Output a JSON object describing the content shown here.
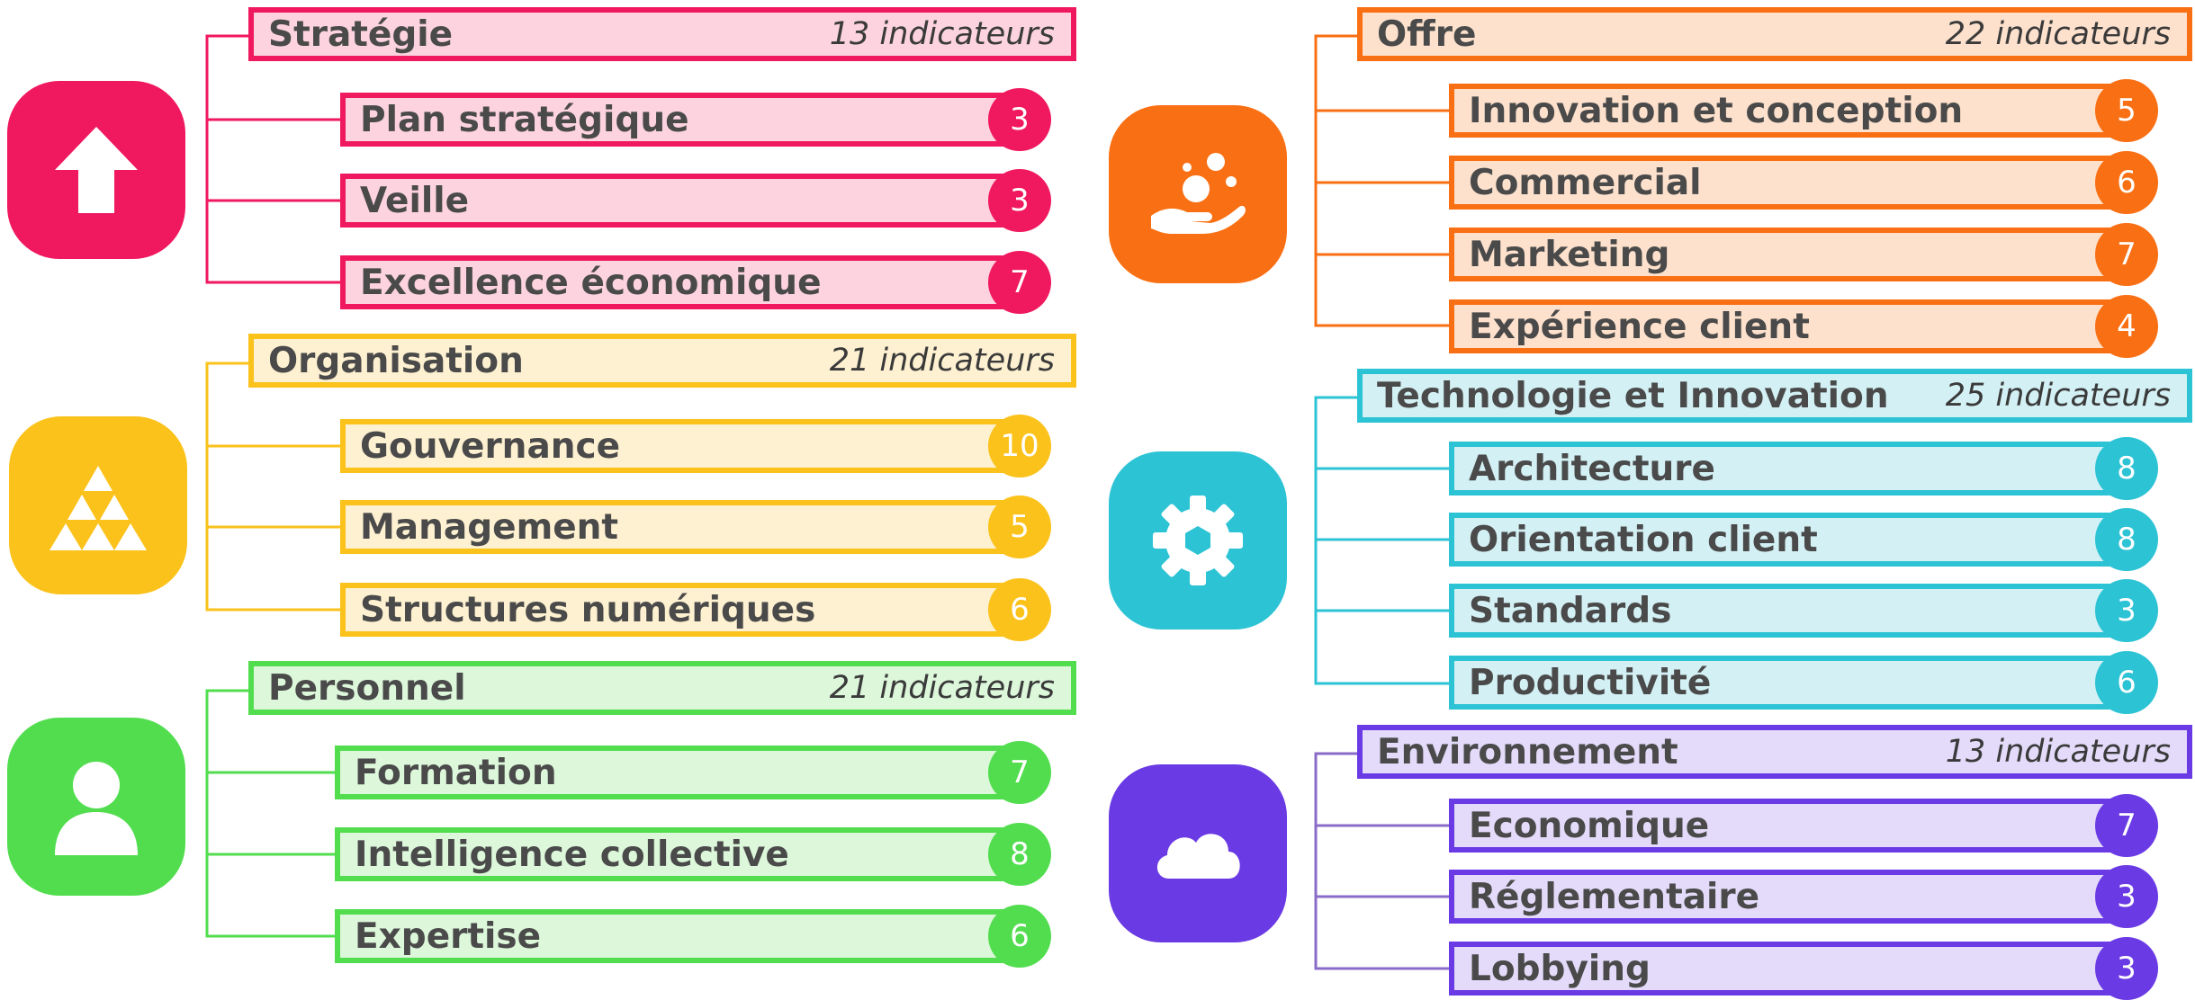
{
  "colors": {
    "strategie": "#f0185f",
    "organisation": "#fbc21b",
    "personnel": "#52dd4f",
    "offre": "#f96f13",
    "technologie": "#2cc3d5",
    "environnement": "#6a3ae4"
  },
  "groups": [
    {
      "id": "strategie",
      "title": "Stratégie",
      "count": "13 indicateurs",
      "icon": "arrow-up-icon",
      "color": "#f0185f",
      "fill": "#fcd3df",
      "items": [
        {
          "label": "Plan stratégique",
          "value": "3"
        },
        {
          "label": "Veille",
          "value": "3"
        },
        {
          "label": "Excellence économique",
          "value": "7"
        }
      ]
    },
    {
      "id": "organisation",
      "title": "Organisation",
      "count": "21 indicateurs",
      "icon": "triangles-icon",
      "color": "#fbc21b",
      "fill": "#fef1d1",
      "items": [
        {
          "label": "Gouvernance",
          "value": "10"
        },
        {
          "label": "Management",
          "value": "5"
        },
        {
          "label": "Structures numériques",
          "value": "6"
        }
      ]
    },
    {
      "id": "personnel",
      "title": "Personnel",
      "count": "21 indicateurs",
      "icon": "person-icon",
      "color": "#52dd4f",
      "fill": "#dcf7da",
      "items": [
        {
          "label": "Formation",
          "value": "7"
        },
        {
          "label": "Intelligence collective",
          "value": "8"
        },
        {
          "label": "Expertise",
          "value": "6"
        }
      ]
    },
    {
      "id": "offre",
      "title": "Offre",
      "count": "22 indicateurs",
      "icon": "hand-bubbles-icon",
      "color": "#f96f13",
      "fill": "#fde1cc",
      "items": [
        {
          "label": "Innovation et conception",
          "value": "5"
        },
        {
          "label": "Commercial",
          "value": "6"
        },
        {
          "label": "Marketing",
          "value": "7"
        },
        {
          "label": "Expérience client",
          "value": "4"
        }
      ]
    },
    {
      "id": "technologie",
      "title": "Technologie et Innovation",
      "count": "25 indicateurs",
      "icon": "gear-icon",
      "color": "#2cc3d5",
      "fill": "#d3f0f4",
      "items": [
        {
          "label": "Architecture",
          "value": "8"
        },
        {
          "label": "Orientation client",
          "value": "8"
        },
        {
          "label": "Standards",
          "value": "3"
        },
        {
          "label": "Productivité",
          "value": "6"
        }
      ]
    },
    {
      "id": "environnement",
      "title": "Environnement",
      "count": "13 indicateurs",
      "icon": "cloud-icon",
      "color": "#6a3ae4",
      "fill": "#e3dbf9",
      "items": [
        {
          "label": "Economique",
          "value": "7"
        },
        {
          "label": "Réglementaire",
          "value": "3"
        },
        {
          "label": "Lobbying",
          "value": "3"
        }
      ]
    }
  ]
}
